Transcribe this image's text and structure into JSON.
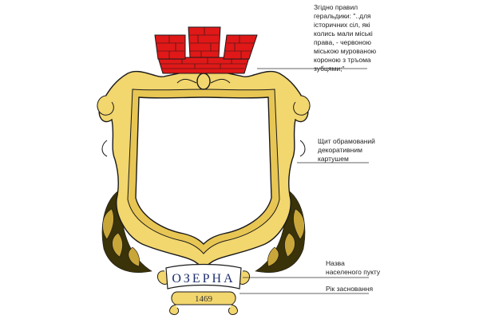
{
  "notes": {
    "crown": "Згідно правил\nгеральдики: \"..для\nісторичних сіл, які\nколись мали міські\nправа,  - червоною\nміською мурованою\nкороною з тръома\nзубцями;\"",
    "shield": "Щит обрамований\nдекоративним\nкартушем",
    "name": "Назва\nнаселеного пукту",
    "year": "Рік засновання"
  },
  "ribbon": {
    "city_name": "ОЗЕРНА",
    "year": "1469"
  },
  "colors": {
    "crown": "#e01818",
    "cartouche": "#f2d66e",
    "outline": "#1a1a1a",
    "wheat": "#3a3208",
    "shield": "#ffffff"
  }
}
